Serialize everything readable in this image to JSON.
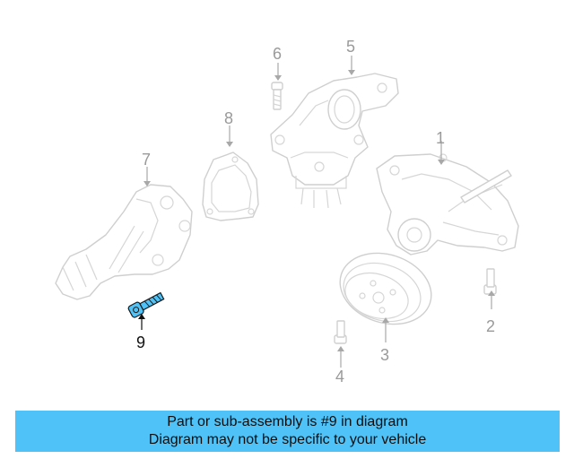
{
  "diagram": {
    "callouts": [
      {
        "id": "1",
        "label": "1",
        "active": false
      },
      {
        "id": "2",
        "label": "2",
        "active": false
      },
      {
        "id": "3",
        "label": "3",
        "active": false
      },
      {
        "id": "4",
        "label": "4",
        "active": false
      },
      {
        "id": "5",
        "label": "5",
        "active": false
      },
      {
        "id": "6",
        "label": "6",
        "active": false
      },
      {
        "id": "7",
        "label": "7",
        "active": false
      },
      {
        "id": "8",
        "label": "8",
        "active": false
      },
      {
        "id": "9",
        "label": "9",
        "active": true
      }
    ],
    "highlight_color": "#4fc3f7",
    "part_outline_color": "#cfcfcf"
  },
  "banner": {
    "line1": "Part or sub-assembly is #9 in diagram",
    "line2": "Diagram may not be specific to your vehicle",
    "background": "#4fc3f7"
  }
}
